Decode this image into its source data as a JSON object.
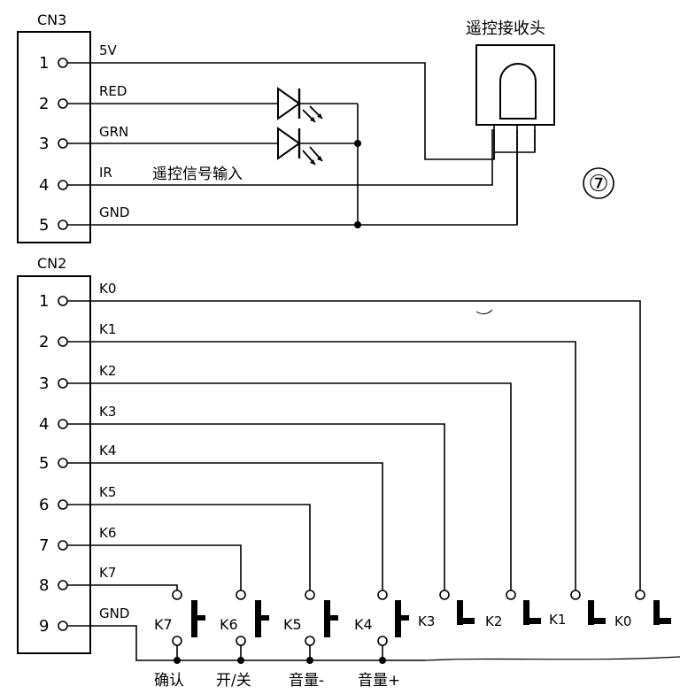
{
  "cn3": {
    "title": "CN3",
    "pins": [
      {
        "num": "1",
        "signal": "5V"
      },
      {
        "num": "2",
        "signal": "RED"
      },
      {
        "num": "3",
        "signal": "GRN"
      },
      {
        "num": "4",
        "signal": "IR"
      },
      {
        "num": "5",
        "signal": "GND"
      }
    ],
    "receiver_label": "遥控接收头",
    "ir_input_label": "遥控信号输入",
    "figure_number": "⑦"
  },
  "cn2": {
    "title": "CN2",
    "pins": [
      {
        "num": "1",
        "signal": "K0"
      },
      {
        "num": "2",
        "signal": "K1"
      },
      {
        "num": "3",
        "signal": "K2"
      },
      {
        "num": "4",
        "signal": "K3"
      },
      {
        "num": "5",
        "signal": "K4"
      },
      {
        "num": "6",
        "signal": "K5"
      },
      {
        "num": "7",
        "signal": "K6"
      },
      {
        "num": "8",
        "signal": "K7"
      },
      {
        "num": "9",
        "signal": "GND"
      }
    ]
  },
  "switches": [
    {
      "label": "K7",
      "function": "确认"
    },
    {
      "label": "K6",
      "function": "开/关"
    },
    {
      "label": "K5",
      "function": "音量-"
    },
    {
      "label": "K4",
      "function": "音量+"
    },
    {
      "label": "K3",
      "function": ""
    },
    {
      "label": "K2",
      "function": ""
    },
    {
      "label": "K1",
      "function": ""
    },
    {
      "label": "K0",
      "function": ""
    }
  ]
}
